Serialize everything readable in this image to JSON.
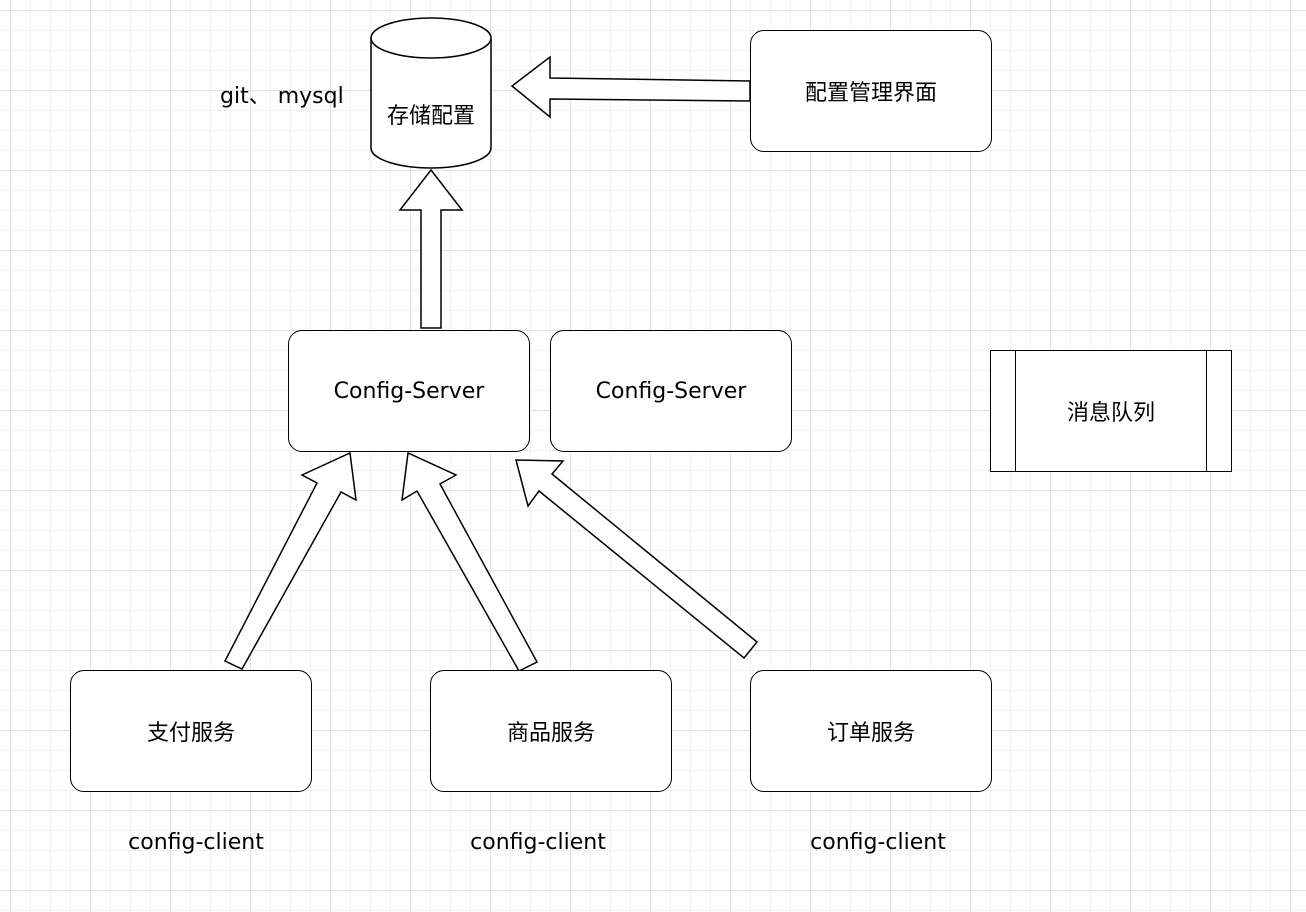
{
  "storage": {
    "label": "存储配置",
    "side_note": "git、 mysql"
  },
  "admin_ui": {
    "label": "配置管理界面"
  },
  "config_servers": [
    {
      "label": "Config-Server"
    },
    {
      "label": "Config-Server"
    }
  ],
  "message_queue": {
    "label": "消息队列"
  },
  "services": [
    {
      "label": "支付服务",
      "role": "config-client"
    },
    {
      "label": "商品服务",
      "role": "config-client"
    },
    {
      "label": "订单服务",
      "role": "config-client"
    }
  ]
}
